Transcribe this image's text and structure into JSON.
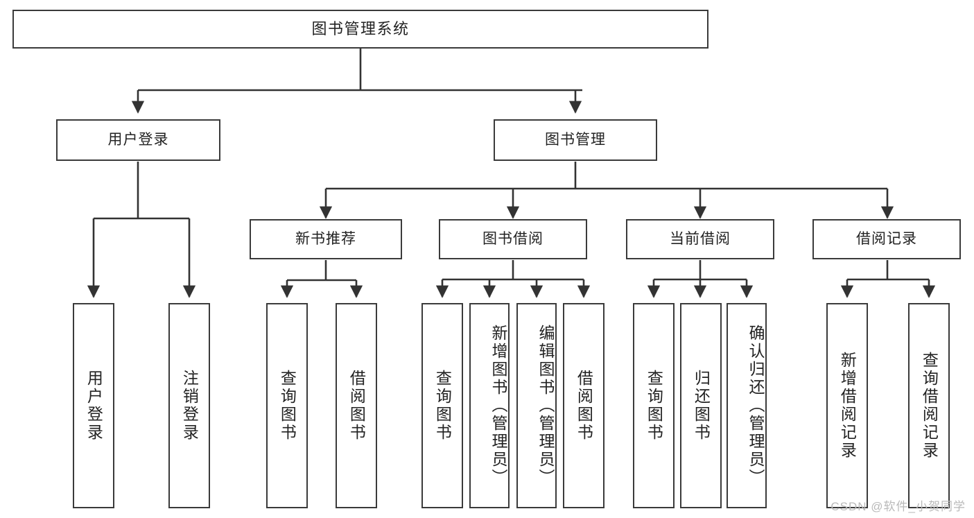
{
  "diagram": {
    "title": "图书管理系统",
    "watermark": "CSDN @软件_小贺同学",
    "colors": {
      "box_border": "#3a3a3a",
      "line": "#333333",
      "text": "#222222",
      "background": "#ffffff",
      "watermark": "#b9b9b9"
    },
    "root": {
      "label": "图书管理系统"
    },
    "level2": [
      {
        "label": "用户登录"
      },
      {
        "label": "图书管理"
      }
    ],
    "level3": [
      {
        "label": "新书推荐"
      },
      {
        "label": "图书借阅"
      },
      {
        "label": "当前借阅"
      },
      {
        "label": "借阅记录"
      }
    ],
    "leaves": {
      "user_login": [
        {
          "label": "用户登录"
        },
        {
          "label": "注销登录"
        }
      ],
      "new_book": [
        {
          "label": "查询图书"
        },
        {
          "label": "借阅图书"
        }
      ],
      "book_borrow": [
        {
          "label": "查询图书"
        },
        {
          "label": "新增图书（管理员）"
        },
        {
          "label": "编辑图书（管理员）"
        },
        {
          "label": "借阅图书"
        }
      ],
      "current_borrow": [
        {
          "label": "查询图书"
        },
        {
          "label": "归还图书"
        },
        {
          "label": "确认归还（管理员）"
        }
      ],
      "borrow_record": [
        {
          "label": "新增借阅记录"
        },
        {
          "label": "查询借阅记录"
        }
      ]
    }
  }
}
